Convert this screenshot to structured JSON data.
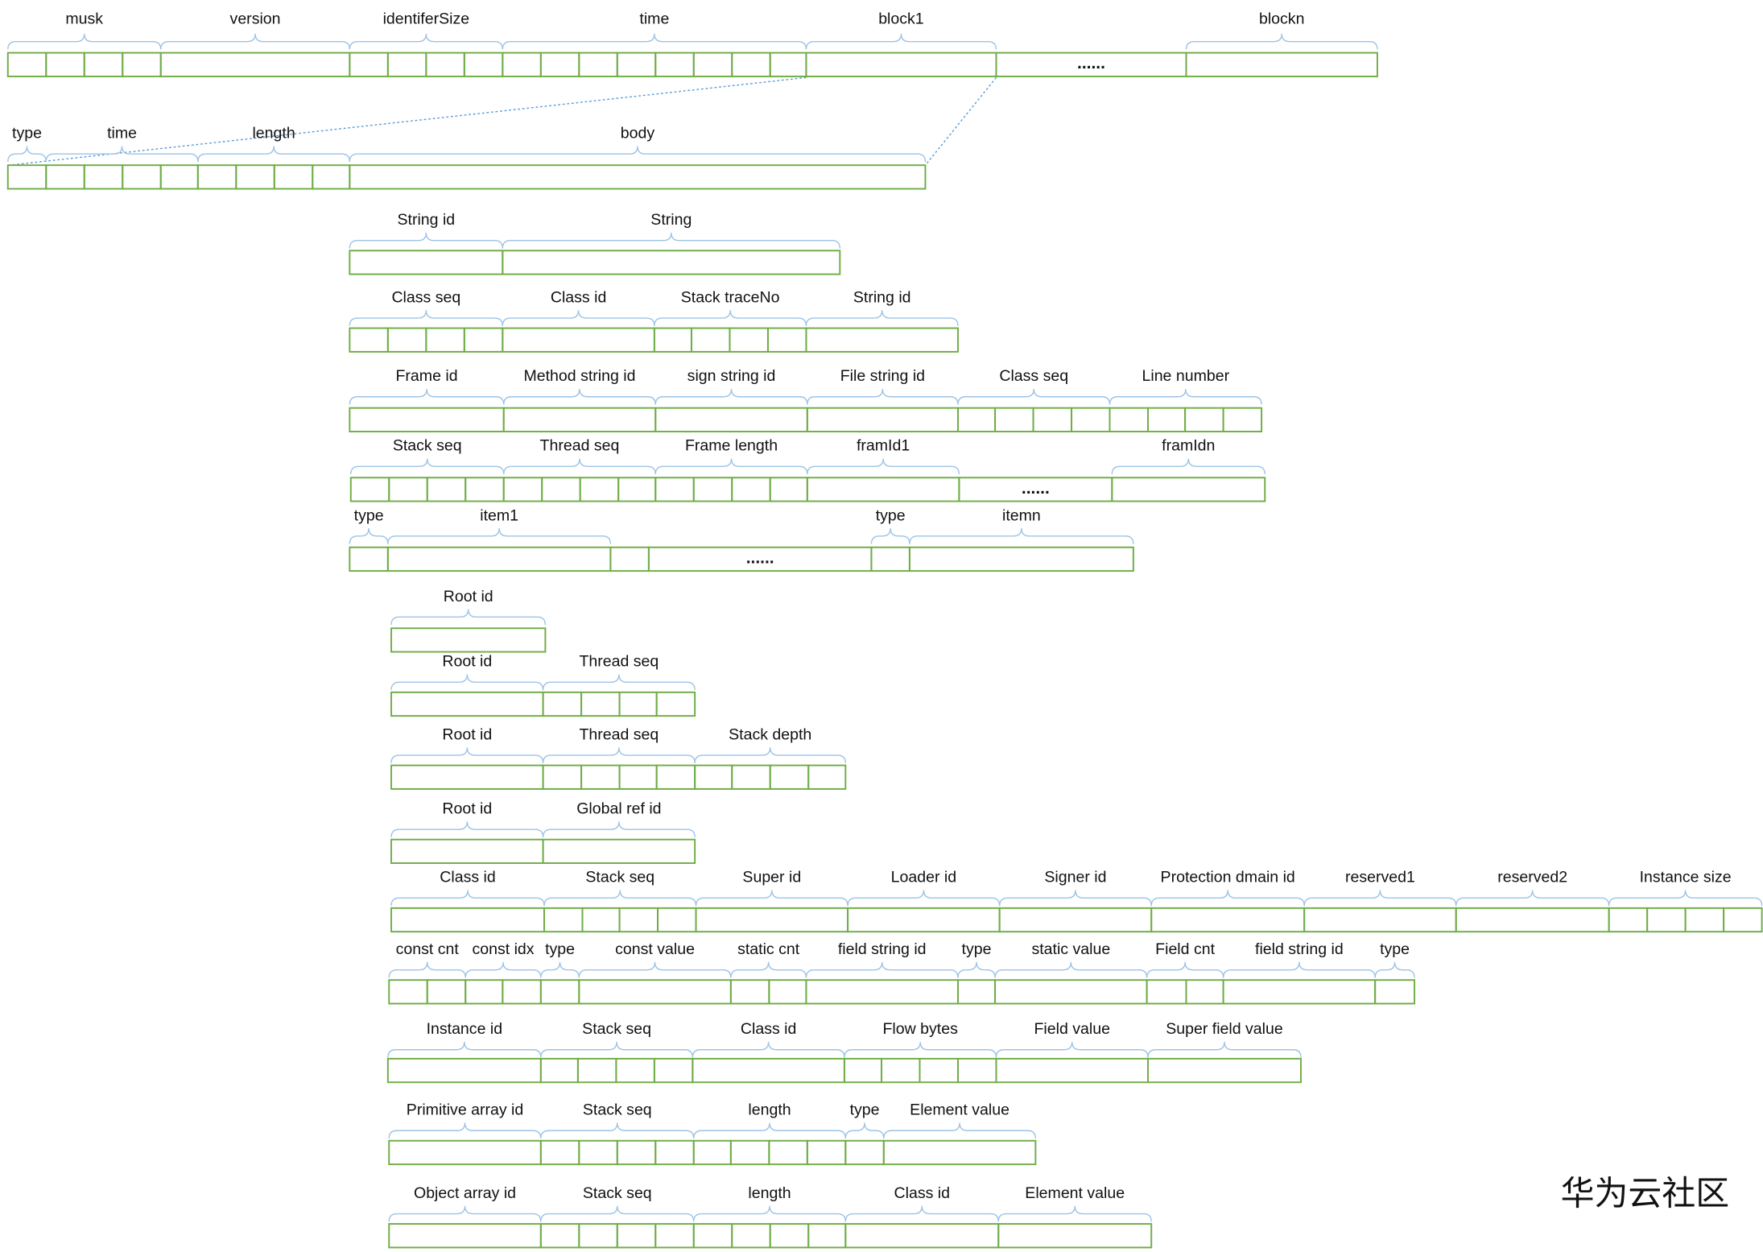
{
  "colors": {
    "cell_stroke": "#70ad47",
    "brace_stroke": "#9dc3e6",
    "connector_stroke": "#5b9bd5",
    "text": "#111111",
    "watermark": "#9a9a9a"
  },
  "ellipsis": "......",
  "rows": [
    {
      "name": "file-header-row",
      "fields": [
        {
          "label": "musk",
          "cells": 4
        },
        {
          "label": "version",
          "cells": 1
        },
        {
          "label": "identiferSize",
          "cells": 4
        },
        {
          "label": "time",
          "cells": 8
        },
        {
          "label": "block1",
          "cells": 1
        },
        {
          "label": "",
          "cells": 1,
          "ellipsis": true
        },
        {
          "label": "blockn",
          "cells": 1
        }
      ]
    },
    {
      "name": "block-row",
      "fields": [
        {
          "label": "type",
          "cells": 1
        },
        {
          "label": "time",
          "cells": 4
        },
        {
          "label": "length",
          "cells": 4
        },
        {
          "label": "body",
          "cells": 1
        }
      ]
    },
    {
      "name": "string-record-row",
      "fields": [
        {
          "label": "String id",
          "cells": 1
        },
        {
          "label": "String",
          "cells": 1
        }
      ]
    },
    {
      "name": "class-load-row",
      "fields": [
        {
          "label": "Class seq",
          "cells": 4
        },
        {
          "label": "Class id",
          "cells": 1
        },
        {
          "label": "Stack traceNo",
          "cells": 4
        },
        {
          "label": "String id",
          "cells": 1
        }
      ]
    },
    {
      "name": "stack-frame-row",
      "fields": [
        {
          "label": "Frame id",
          "cells": 1
        },
        {
          "label": "Method string id",
          "cells": 1
        },
        {
          "label": "sign string id",
          "cells": 1
        },
        {
          "label": "File string id",
          "cells": 1
        },
        {
          "label": "Class seq",
          "cells": 4
        },
        {
          "label": "Line number",
          "cells": 4
        }
      ]
    },
    {
      "name": "stack-trace-row",
      "fields": [
        {
          "label": "Stack seq",
          "cells": 4
        },
        {
          "label": "Thread seq",
          "cells": 4
        },
        {
          "label": "Frame length",
          "cells": 4
        },
        {
          "label": "framId1",
          "cells": 1
        },
        {
          "label": "",
          "cells": 1,
          "ellipsis": true
        },
        {
          "label": "framIdn",
          "cells": 1
        }
      ]
    },
    {
      "name": "heap-dump-segment-row",
      "fields": [
        {
          "label": "type",
          "cells": 1
        },
        {
          "label": "item1",
          "cells": 1
        },
        {
          "label": "",
          "cells": 1
        },
        {
          "label": "",
          "cells": 1,
          "ellipsis": true
        },
        {
          "label": "type",
          "cells": 1
        },
        {
          "label": "itemn",
          "cells": 1
        }
      ]
    },
    {
      "name": "root-unknown-row",
      "fields": [
        {
          "label": "Root id",
          "cells": 1
        }
      ]
    },
    {
      "name": "root-thread-row",
      "fields": [
        {
          "label": "Root id",
          "cells": 1
        },
        {
          "label": "Thread seq",
          "cells": 4
        }
      ]
    },
    {
      "name": "root-java-frame-row",
      "fields": [
        {
          "label": "Root id",
          "cells": 1
        },
        {
          "label": "Thread seq",
          "cells": 4
        },
        {
          "label": "Stack depth",
          "cells": 4
        }
      ]
    },
    {
      "name": "root-jni-global-row",
      "fields": [
        {
          "label": "Root id",
          "cells": 1
        },
        {
          "label": "Global ref id",
          "cells": 1
        }
      ]
    },
    {
      "name": "class-dump-row",
      "fields": [
        {
          "label": "Class id",
          "cells": 1
        },
        {
          "label": "Stack seq",
          "cells": 4
        },
        {
          "label": "Super id",
          "cells": 1
        },
        {
          "label": "Loader id",
          "cells": 1
        },
        {
          "label": "Signer id",
          "cells": 1
        },
        {
          "label": "Protection dmain id",
          "cells": 1
        },
        {
          "label": "reserved1",
          "cells": 1
        },
        {
          "label": "reserved2",
          "cells": 1
        },
        {
          "label": "Instance size",
          "cells": 4
        }
      ]
    },
    {
      "name": "class-fields-row",
      "fields": [
        {
          "label": "const cnt",
          "cells": 2
        },
        {
          "label": "const idx",
          "cells": 2
        },
        {
          "label": "type",
          "cells": 1
        },
        {
          "label": "const value",
          "cells": 1
        },
        {
          "label": "static cnt",
          "cells": 2
        },
        {
          "label": "field string id",
          "cells": 1
        },
        {
          "label": "type",
          "cells": 1
        },
        {
          "label": "static value",
          "cells": 1
        },
        {
          "label": "Field cnt",
          "cells": 2
        },
        {
          "label": "field string id",
          "cells": 1
        },
        {
          "label": "type",
          "cells": 1
        }
      ]
    },
    {
      "name": "instance-dump-row",
      "fields": [
        {
          "label": "Instance id",
          "cells": 1
        },
        {
          "label": "Stack seq",
          "cells": 4
        },
        {
          "label": "Class id",
          "cells": 1
        },
        {
          "label": "Flow bytes",
          "cells": 4
        },
        {
          "label": "Field value",
          "cells": 1
        },
        {
          "label": "Super field value",
          "cells": 1
        }
      ]
    },
    {
      "name": "primitive-array-dump-row",
      "fields": [
        {
          "label": "Primitive array id",
          "cells": 1
        },
        {
          "label": "Stack seq",
          "cells": 4
        },
        {
          "label": "length",
          "cells": 4
        },
        {
          "label": "type",
          "cells": 1
        },
        {
          "label": "Element value",
          "cells": 1
        }
      ]
    },
    {
      "name": "object-array-dump-row",
      "fields": [
        {
          "label": "Object array id",
          "cells": 1
        },
        {
          "label": "Stack seq",
          "cells": 4
        },
        {
          "label": "length",
          "cells": 4
        },
        {
          "label": "Class id",
          "cells": 1
        },
        {
          "label": "Element value",
          "cells": 1
        }
      ]
    }
  ],
  "watermark": "华为云社区"
}
